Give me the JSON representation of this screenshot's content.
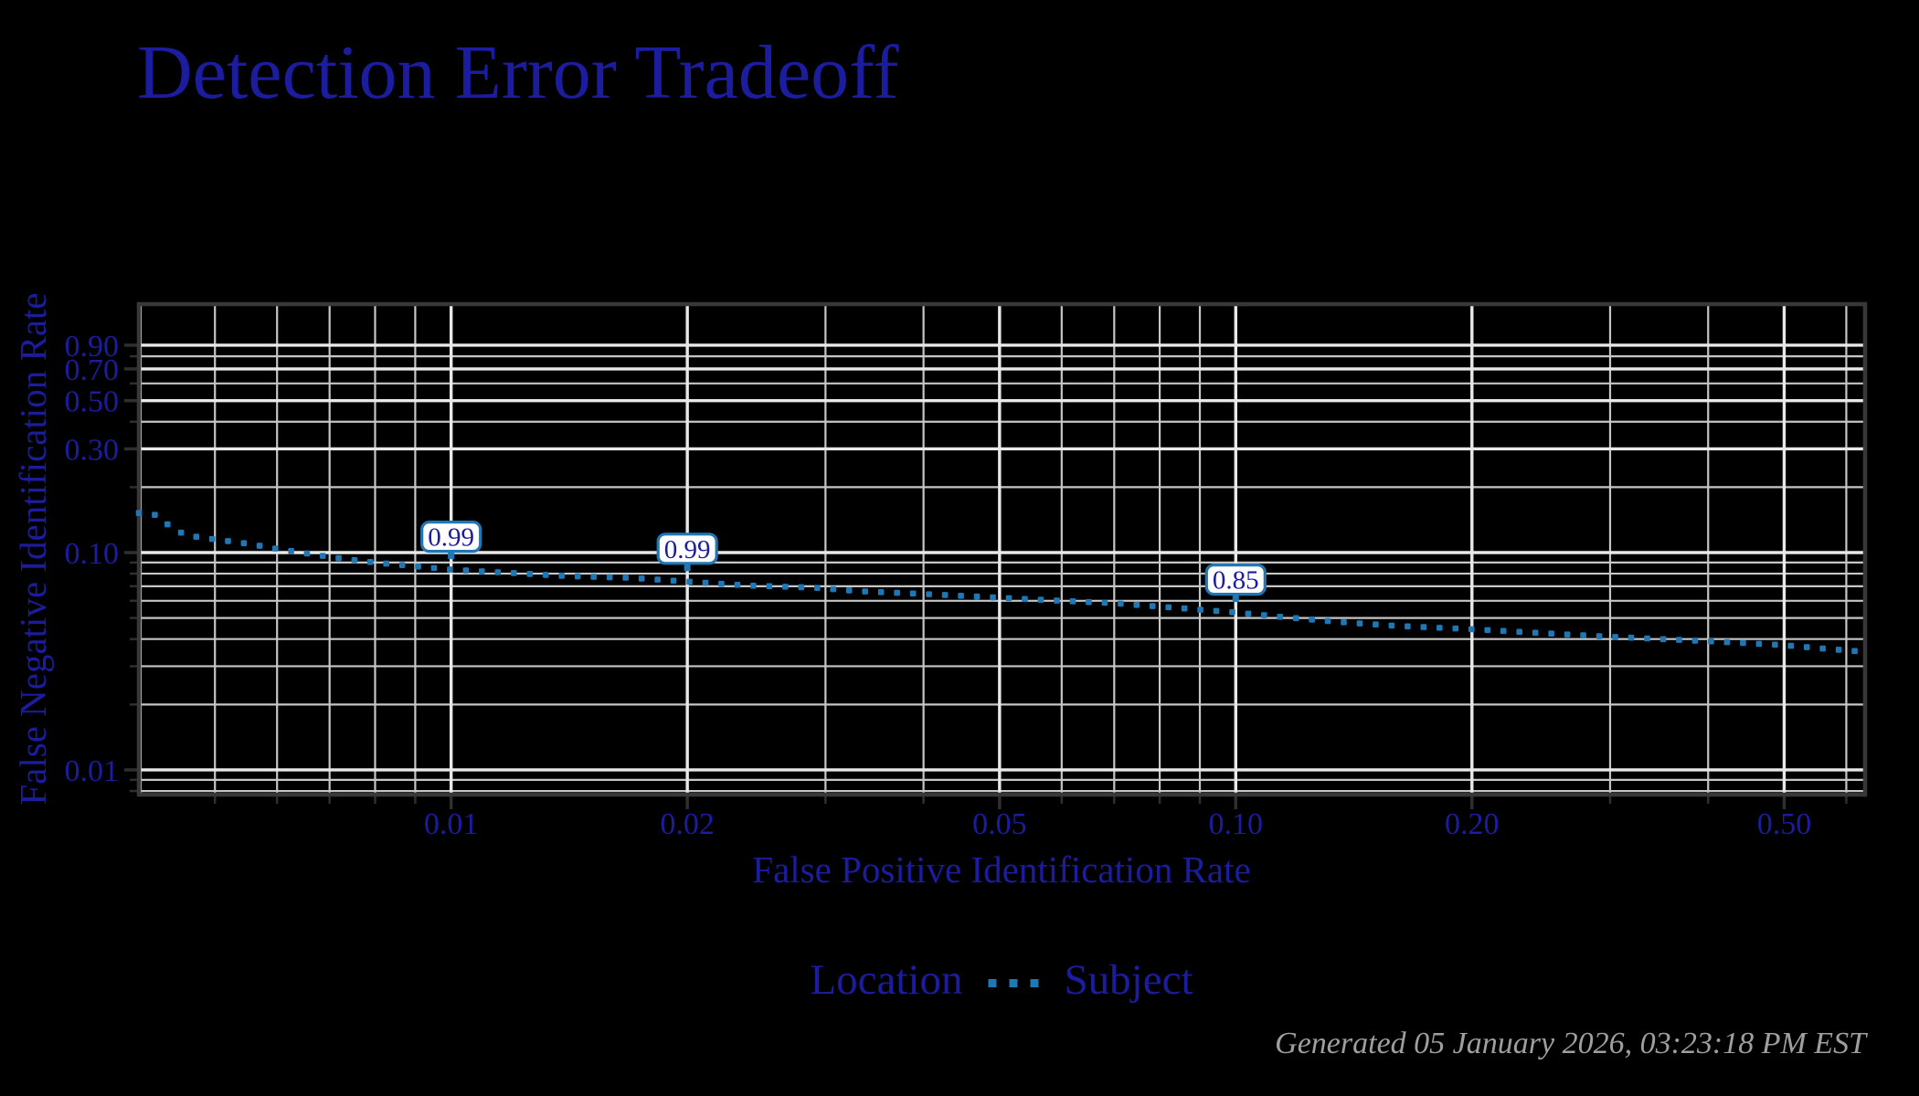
{
  "title": "Detection Error Tradeoff",
  "footer": "Generated 05 January 2026, 03:23:18 PM EST",
  "legend": {
    "title": "Location",
    "series_label": "Subject"
  },
  "colors": {
    "background": "#000000",
    "text_navy": "#1c1c9e",
    "series_blue": "#1f77b4",
    "grid_major": "#e8e8e8",
    "grid_minor": "#c6c6c6",
    "axis_line": "#383838",
    "tick_mark": "#2f2f2f",
    "footer_gray": "#9f9f9f",
    "annotation_bg": "#ffffff"
  },
  "chart_data": {
    "type": "line",
    "title": "Detection Error Tradeoff",
    "xlabel": "False Positive Identification Rate",
    "ylabel": "False Negative Identification Rate",
    "x_scale": "log",
    "y_scale": "log",
    "xlim": [
      0.004,
      0.634
    ],
    "ylim": [
      0.0077,
      1.39
    ],
    "grid": true,
    "legend_position": "bottom",
    "x_ticks": [
      {
        "v": 0.01,
        "label": "0.01"
      },
      {
        "v": 0.02,
        "label": "0.02"
      },
      {
        "v": 0.05,
        "label": "0.05"
      },
      {
        "v": 0.1,
        "label": "0.10"
      },
      {
        "v": 0.2,
        "label": "0.20"
      },
      {
        "v": 0.5,
        "label": "0.50"
      }
    ],
    "x_minor_ticks": [
      0.005,
      0.006,
      0.007,
      0.008,
      0.009,
      0.03,
      0.04,
      0.06,
      0.07,
      0.08,
      0.09,
      0.3,
      0.4,
      0.6
    ],
    "y_ticks": [
      {
        "v": 0.9,
        "label": "0.90"
      },
      {
        "v": 0.7,
        "label": "0.70"
      },
      {
        "v": 0.5,
        "label": "0.50"
      },
      {
        "v": 0.3,
        "label": "0.30"
      },
      {
        "v": 0.1,
        "label": "0.10"
      },
      {
        "v": 0.01,
        "label": "0.01"
      }
    ],
    "y_minor_ticks": [
      0.8,
      0.6,
      0.4,
      0.2,
      0.09,
      0.08,
      0.07,
      0.06,
      0.05,
      0.04,
      0.03,
      0.02,
      0.009,
      0.008
    ],
    "series": [
      {
        "name": "Subject",
        "linetype": "dotted",
        "color": "#1f77b4",
        "points": [
          [
            0.004,
            0.152
          ],
          [
            0.0042,
            0.149
          ],
          [
            0.0043,
            0.14
          ],
          [
            0.0044,
            0.13
          ],
          [
            0.0046,
            0.12
          ],
          [
            0.005,
            0.115
          ],
          [
            0.0055,
            0.11
          ],
          [
            0.006,
            0.104
          ],
          [
            0.0065,
            0.0995
          ],
          [
            0.007,
            0.0955
          ],
          [
            0.0075,
            0.0925
          ],
          [
            0.008,
            0.09
          ],
          [
            0.009,
            0.0865
          ],
          [
            0.01,
            0.0835
          ],
          [
            0.012,
            0.0805
          ],
          [
            0.014,
            0.078
          ],
          [
            0.017,
            0.0765
          ],
          [
            0.02,
            0.0735
          ],
          [
            0.024,
            0.0705
          ],
          [
            0.029,
            0.069
          ],
          [
            0.033,
            0.0665
          ],
          [
            0.04,
            0.0645
          ],
          [
            0.05,
            0.062
          ],
          [
            0.06,
            0.06
          ],
          [
            0.07,
            0.0585
          ],
          [
            0.085,
            0.0555
          ],
          [
            0.1,
            0.053
          ],
          [
            0.115,
            0.0505
          ],
          [
            0.135,
            0.048
          ],
          [
            0.16,
            0.046
          ],
          [
            0.2,
            0.0444
          ],
          [
            0.24,
            0.0428
          ],
          [
            0.3,
            0.041
          ],
          [
            0.36,
            0.0398
          ],
          [
            0.43,
            0.0386
          ],
          [
            0.5,
            0.0375
          ],
          [
            0.56,
            0.0362
          ],
          [
            0.63,
            0.035
          ]
        ]
      }
    ],
    "annotations": [
      {
        "x": 0.01,
        "label": "0.99"
      },
      {
        "x": 0.02,
        "label": "0.99"
      },
      {
        "x": 0.1,
        "label": "0.85"
      }
    ]
  }
}
